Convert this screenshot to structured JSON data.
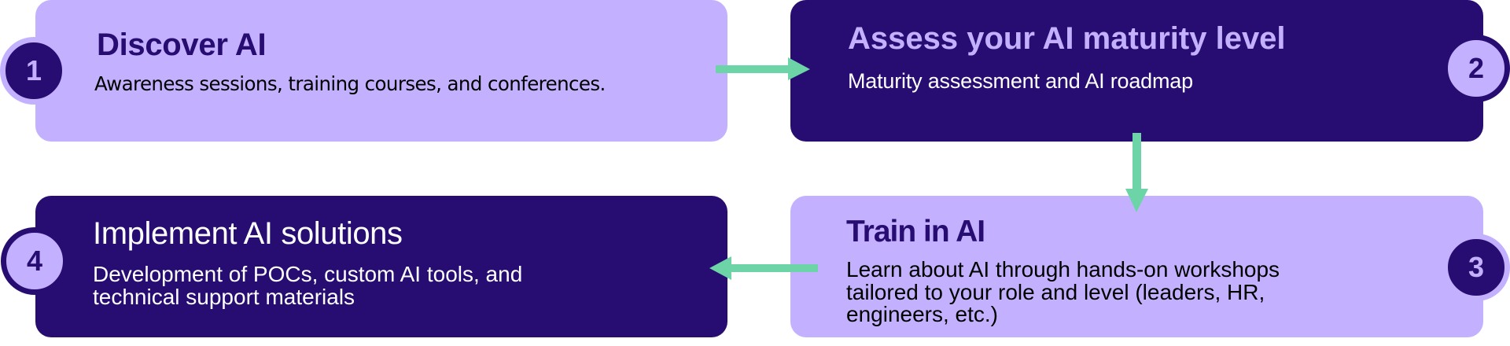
{
  "colors": {
    "dark_purple": "#270c72",
    "light_lavender": "#c3b1ff",
    "arrow_green": "#6dd4a8",
    "background": "#ffffff"
  },
  "steps": [
    {
      "number": "1",
      "title": "Discover AI",
      "description": "Awareness sessions, training courses, and conferences.",
      "theme": "light"
    },
    {
      "number": "2",
      "title": "Assess your AI maturity level",
      "description": "Maturity assessment and AI roadmap",
      "theme": "dark"
    },
    {
      "number": "3",
      "title": "Train in AI",
      "description_lines": [
        "Learn about AI through hands-on workshops",
        "tailored to your role and level (leaders, HR,",
        "engineers, etc.)"
      ],
      "theme": "light"
    },
    {
      "number": "4",
      "title": "Implement AI solutions",
      "description_lines": [
        "Development of POCs, custom AI tools, and",
        "technical support materials"
      ],
      "theme": "dark"
    }
  ],
  "flow": [
    {
      "from": "1",
      "to": "2",
      "direction": "right"
    },
    {
      "from": "2",
      "to": "3",
      "direction": "down"
    },
    {
      "from": "3",
      "to": "4",
      "direction": "left"
    }
  ]
}
